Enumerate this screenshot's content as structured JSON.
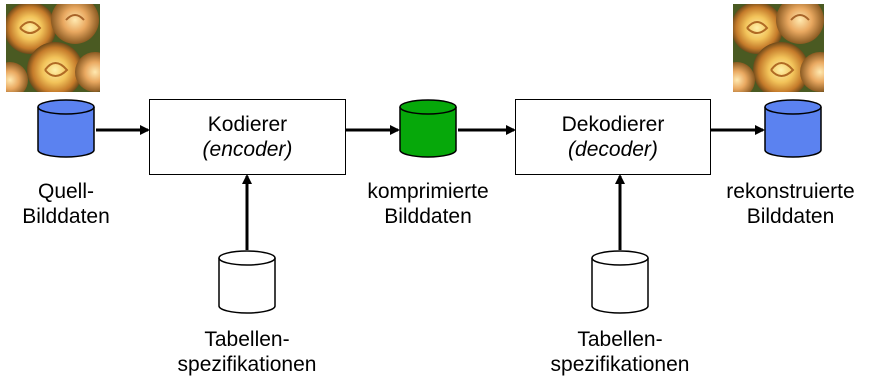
{
  "colors": {
    "cylinder_blue": "#5b82f0",
    "cylinder_green": "#06a80a",
    "cylinder_white": "#ffffff",
    "stroke": "#000000"
  },
  "images": {
    "source_image": "yellow-roses-photo",
    "reconstructed_image": "yellow-roses-photo"
  },
  "encoder": {
    "title": "Kodierer",
    "subtitle": "(encoder)"
  },
  "decoder": {
    "title": "Dekodierer",
    "subtitle": "(decoder)"
  },
  "labels": {
    "source_data": [
      "Quell-",
      "Bilddaten"
    ],
    "compressed_data": [
      "komprimierte",
      "Bilddaten"
    ],
    "reconstructed_data": [
      "rekonstruierte",
      "Bilddaten"
    ],
    "table_spec_encoder": [
      "Tabellen-",
      "spezifikationen"
    ],
    "table_spec_decoder": [
      "Tabellen-",
      "spezifikationen"
    ]
  }
}
